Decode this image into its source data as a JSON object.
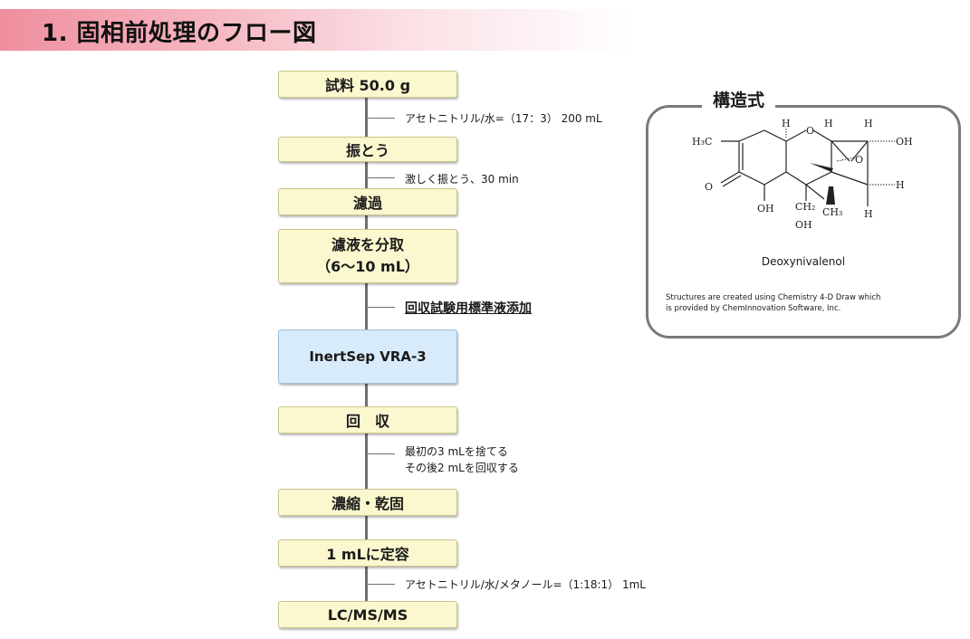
{
  "title": "1.  固相前処理のフロー図",
  "flow": {
    "steps": [
      {
        "label": "試料 50.0 g"
      },
      {
        "label": "振とう"
      },
      {
        "label": "濾過"
      },
      {
        "label_line1": "濾液を分取",
        "label_line2": "（6～10 mL）"
      },
      {
        "label": "InertSep VRA-3"
      },
      {
        "label": "回　収"
      },
      {
        "label": "濃縮・乾固"
      },
      {
        "label": "1 mLに定容"
      },
      {
        "label": "LC/MS/MS"
      }
    ],
    "notes": [
      {
        "text": "アセトニトリル/水=（17：3） 200 mL"
      },
      {
        "text": "激しく振とう、30 min"
      },
      {
        "text": "回収試験用標準液添加"
      },
      {
        "line1": "最初の3 mLを捨てる",
        "line2": "その後2 mLを回収する"
      },
      {
        "text": "アセトニトリル/水/メタノール=（1:18:1）  1mL"
      }
    ]
  },
  "structure_panel": {
    "heading": "構造式",
    "compound_name": "Deoxynivalenol",
    "credit_line1": "Structures are created using Chemistry 4-D Draw which",
    "credit_line2": "is provided by ChemInnovation Software, Inc.",
    "atom_labels": {
      "h3c": "H₃C",
      "o_ring": "O",
      "o_epoxide": "O",
      "oh_right": "OH",
      "oh_lower_left": "OH",
      "ch2": "CH₂",
      "ch3": "CH₃",
      "oh_bottom": "OH",
      "h1": "H",
      "h2": "H",
      "h3": "H",
      "h4": "H",
      "h5": "H",
      "o_ketone": "O"
    }
  }
}
